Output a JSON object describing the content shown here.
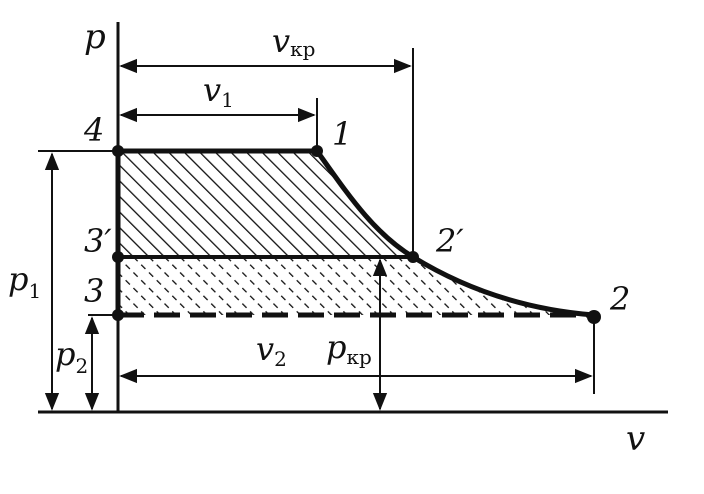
{
  "diagram": {
    "axes": {
      "p": "p",
      "v": "v"
    },
    "points": {
      "p1": "1",
      "p2": "2",
      "p2prime": "2′",
      "p3": "3",
      "p3prime": "3′",
      "p4": "4"
    },
    "dimensions": {
      "v_kr": {
        "main": "v",
        "sub": "кр"
      },
      "v1": {
        "main": "v",
        "sub": "1"
      },
      "v2": {
        "main": "v",
        "sub": "2"
      },
      "p1": {
        "main": "p",
        "sub": "1"
      },
      "p2": {
        "main": "p",
        "sub": "2"
      },
      "p_kr": {
        "main": "p",
        "sub": "кр"
      }
    },
    "colors": {
      "ink": "#111111",
      "background": "#ffffff"
    }
  }
}
